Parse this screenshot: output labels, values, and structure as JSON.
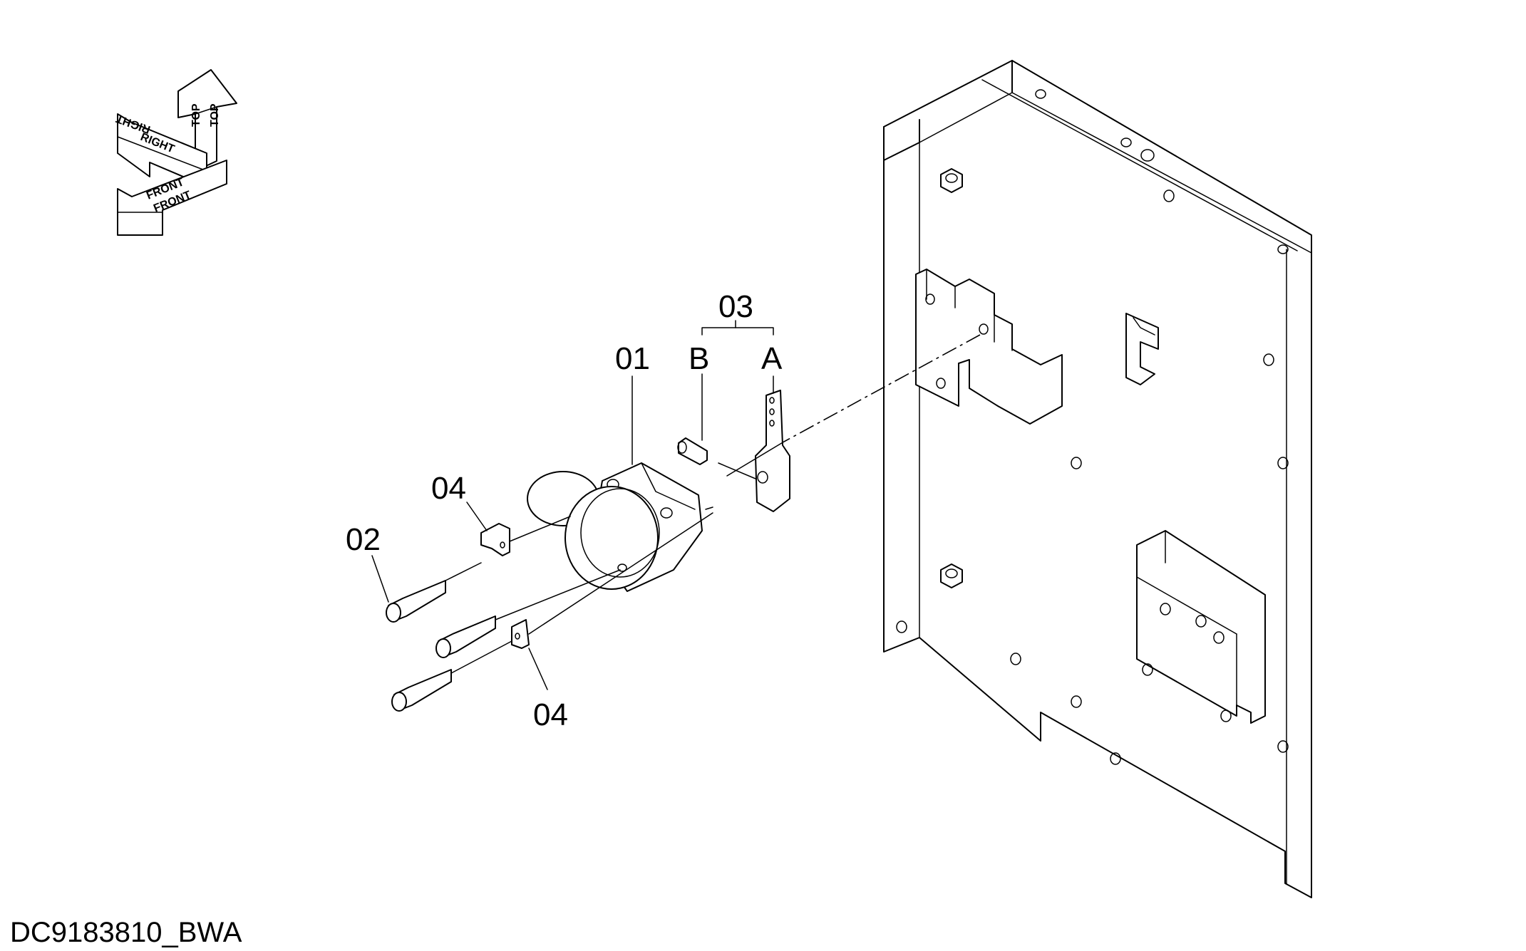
{
  "orientation": {
    "top": "TOP",
    "right": "RIGHT",
    "front": "FRONT"
  },
  "callouts": {
    "p01": "01",
    "p02": "02",
    "p03": "03",
    "p04_upper": "04",
    "p04_lower": "04",
    "sub_a": "A",
    "sub_b": "B"
  },
  "drawing_id": "DC9183810_BWA"
}
